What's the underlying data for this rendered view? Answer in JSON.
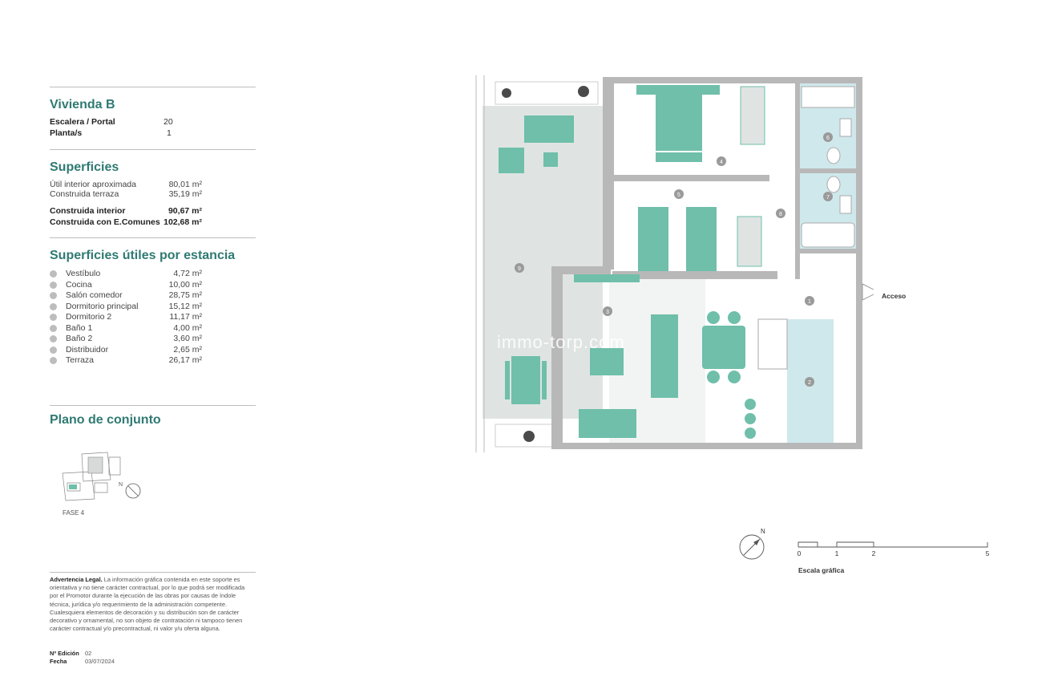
{
  "unit": {
    "title": "Vivienda B",
    "rows": [
      {
        "label": "Escalera / Portal",
        "value": "20"
      },
      {
        "label": "Planta/s",
        "value": "1"
      }
    ]
  },
  "surfaces": {
    "title": "Superficies",
    "useful_label": "Útil interior aproximada",
    "useful_value": "80,01 m²",
    "terrace_label": "Construida terraza",
    "terrace_value": "35,19 m²",
    "built_label": "Construida interior",
    "built_value": "90,67 m²",
    "common_label": "Construida con E.Comunes",
    "common_value": "102,68 m²"
  },
  "rooms": {
    "title": "Superficies útiles por estancia",
    "items": [
      {
        "name": "Vestíbulo",
        "area": "4,72 m²"
      },
      {
        "name": "Cocina",
        "area": "10,00 m²"
      },
      {
        "name": "Salón comedor",
        "area": "28,75 m²"
      },
      {
        "name": "Dormitorio principal",
        "area": "15,12 m²"
      },
      {
        "name": "Dormitorio 2",
        "area": "11,17 m²"
      },
      {
        "name": "Baño 1",
        "area": "4,00 m²"
      },
      {
        "name": "Baño 2",
        "area": "3,60 m²"
      },
      {
        "name": "Distribuidor",
        "area": "2,65 m²"
      },
      {
        "name": "Terraza",
        "area": "26,17 m²"
      }
    ]
  },
  "site_plan": {
    "title": "Plano de conjunto",
    "phase": "FASE 4",
    "north": "N"
  },
  "legal": {
    "heading": "Advertencia Legal.",
    "text": "La información gráfica contenida en este soporte es orientativa y no tiene carácter contractual, por lo que podrá ser modificada por el Promotor durante la ejecución de las obras por causas de índole técnica, jurídica y/o requerimiento de la administración competente. Cualesquiera elementos de decoración y su distribución son de carácter decorativo y ornamental, no son objeto de contratación ni tampoco tienen carácter contractual y/o precontractual, ni valor y/u oferta alguna.",
    "edition_label": "Nº Edición",
    "edition_value": "02",
    "date_label": "Fecha",
    "date_value": "03/07/2024"
  },
  "plan": {
    "access_label": "Acceso",
    "room_numbers": [
      "1",
      "2",
      "3",
      "4",
      "5",
      "6",
      "7",
      "8",
      "9"
    ],
    "watermark": "immo-torp.com"
  },
  "scale": {
    "north": "N",
    "ticks": [
      "0",
      "1",
      "2",
      "5"
    ],
    "label": "Escala gráfica"
  },
  "colors": {
    "accent": "#2f7a72",
    "furniture": "#6fbfaa",
    "wet_area": "#cfe8ec",
    "terrace": "#dfe4e3",
    "wall": "#b8b8b8"
  }
}
